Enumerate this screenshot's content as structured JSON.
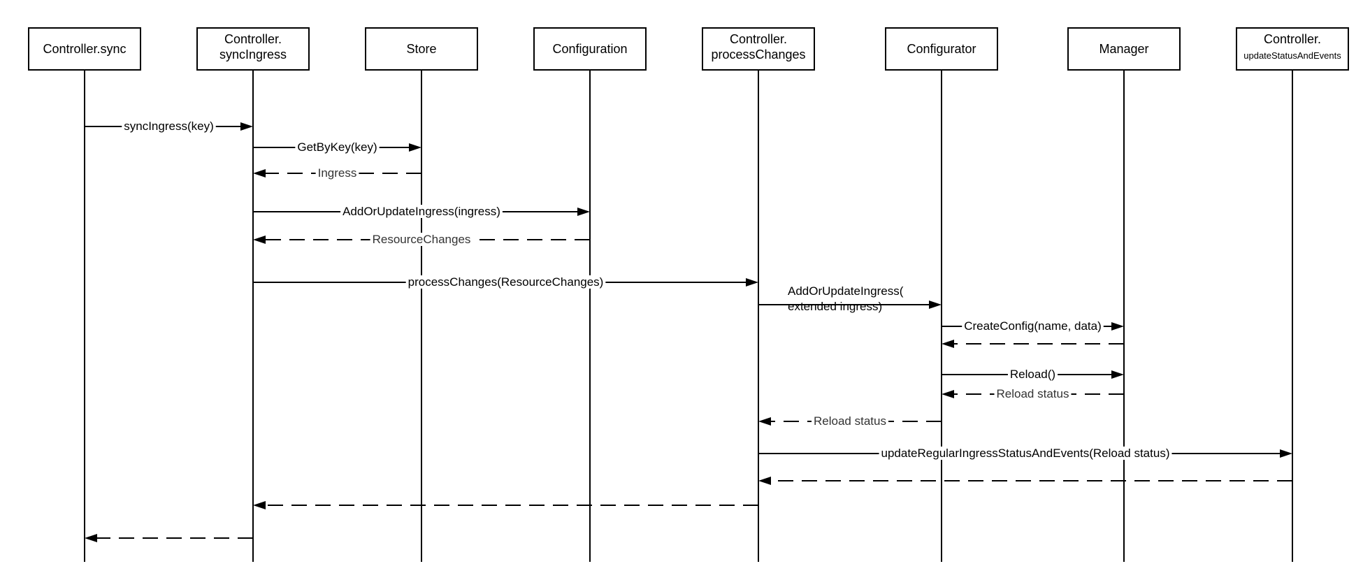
{
  "participants": [
    {
      "id": "controller_sync",
      "lines": [
        "Controller.sync"
      ]
    },
    {
      "id": "controller_syncingress",
      "lines": [
        "Controller.",
        "syncIngress"
      ]
    },
    {
      "id": "store",
      "lines": [
        "Store"
      ]
    },
    {
      "id": "configuration",
      "lines": [
        "Configuration"
      ]
    },
    {
      "id": "controller_processchanges",
      "lines": [
        "Controller.",
        "processChanges"
      ]
    },
    {
      "id": "configurator",
      "lines": [
        "Configurator"
      ]
    },
    {
      "id": "manager",
      "lines": [
        "Manager"
      ]
    },
    {
      "id": "controller_updatestatus",
      "lines": [
        "Controller.",
        "updateStatusAndEvents"
      ]
    }
  ],
  "messages": [
    {
      "id": "sync-ingress",
      "from": 0,
      "to": 1,
      "label": [
        "syncIngress(key)"
      ],
      "dashed": false
    },
    {
      "id": "get-by-key",
      "from": 1,
      "to": 2,
      "label": [
        "GetByKey(key)"
      ],
      "dashed": false
    },
    {
      "id": "ingress-return",
      "from": 2,
      "to": 1,
      "label": [
        "Ingress"
      ],
      "dashed": true
    },
    {
      "id": "add-or-update-ingress",
      "from": 1,
      "to": 3,
      "label": [
        "AddOrUpdateIngress(ingress)"
      ],
      "dashed": false
    },
    {
      "id": "resource-changes-return",
      "from": 3,
      "to": 1,
      "label": [
        "ResourceChanges"
      ],
      "dashed": true
    },
    {
      "id": "process-changes",
      "from": 1,
      "to": 4,
      "label": [
        "processChanges(ResourceChanges)"
      ],
      "dashed": false
    },
    {
      "id": "add-or-update-extended",
      "from": 4,
      "to": 5,
      "label": [
        "AddOrUpdateIngress(",
        "extended ingress)"
      ],
      "dashed": false
    },
    {
      "id": "create-config",
      "from": 5,
      "to": 6,
      "label": [
        "CreateConfig(name, data)"
      ],
      "dashed": false
    },
    {
      "id": "create-config-return",
      "from": 6,
      "to": 5,
      "label": [],
      "dashed": true
    },
    {
      "id": "reload",
      "from": 5,
      "to": 6,
      "label": [
        "Reload()"
      ],
      "dashed": false
    },
    {
      "id": "reload-status-return-manager",
      "from": 6,
      "to": 5,
      "label": [
        "Reload status"
      ],
      "dashed": true
    },
    {
      "id": "reload-status-return-configurator",
      "from": 5,
      "to": 4,
      "label": [
        "Reload status"
      ],
      "dashed": true
    },
    {
      "id": "update-regular-ingress-status",
      "from": 4,
      "to": 7,
      "label": [
        "updateRegularIngressStatusAndEvents(Reload status)"
      ],
      "dashed": false
    },
    {
      "id": "update-status-return",
      "from": 7,
      "to": 4,
      "label": [],
      "dashed": true
    },
    {
      "id": "process-changes-return",
      "from": 4,
      "to": 1,
      "label": [],
      "dashed": true
    },
    {
      "id": "sync-ingress-return",
      "from": 1,
      "to": 0,
      "label": [],
      "dashed": true
    }
  ]
}
